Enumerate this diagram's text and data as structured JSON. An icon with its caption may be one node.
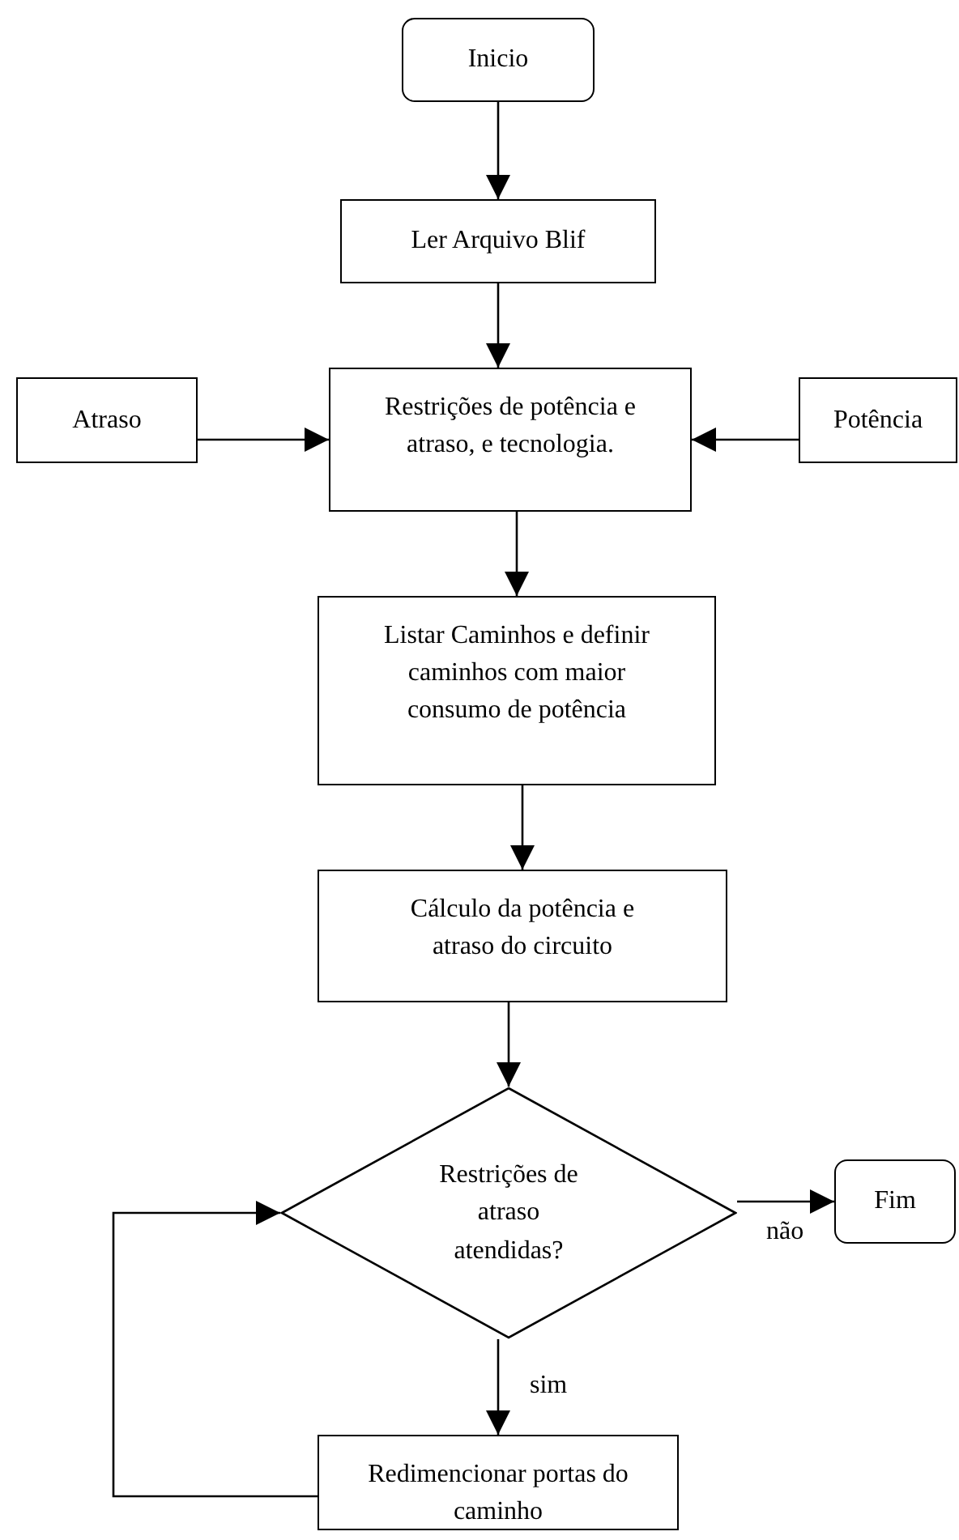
{
  "diagram": {
    "nodes": [
      {
        "text": [
          "Inicio"
        ]
      },
      {
        "text": [
          "Ler Arquivo Blif"
        ]
      },
      {
        "text": [
          "Restrições de potência e atraso, e tecnologia."
        ]
      },
      {
        "text": [
          "Atraso"
        ]
      },
      {
        "text": [
          "Potência"
        ]
      },
      {
        "text": [
          "Listar Caminhos e definir caminhos com maior consumo de potência"
        ]
      },
      {
        "text": [
          "Cálculo da potência e atraso do circuito"
        ]
      },
      {
        "text": [
          "Restrições de atraso atendidas?"
        ]
      },
      {
        "text": [
          "Fim"
        ]
      },
      {
        "text": [
          "Redimencionar portas do caminho"
        ]
      }
    ],
    "edges": [
      {
        "from": 0,
        "to": 1,
        "arrow": "to"
      },
      {
        "from": 1,
        "to": 2,
        "arrow": "to"
      },
      {
        "from": 3,
        "to": 2,
        "arrow": "to"
      },
      {
        "from": 4,
        "to": 2,
        "arrow": "to"
      },
      {
        "from": 2,
        "to": 5,
        "arrow": "to"
      },
      {
        "from": 5,
        "to": 6,
        "arrow": "to"
      },
      {
        "from": 6,
        "to": 7,
        "arrow": "to"
      },
      {
        "from": 7,
        "to": 8,
        "arrow": "to",
        "label": "não"
      },
      {
        "from": 7,
        "to": 9,
        "arrow": "to",
        "label": "sim"
      },
      {
        "from": 9,
        "to": 7,
        "arrow": "to"
      }
    ]
  }
}
